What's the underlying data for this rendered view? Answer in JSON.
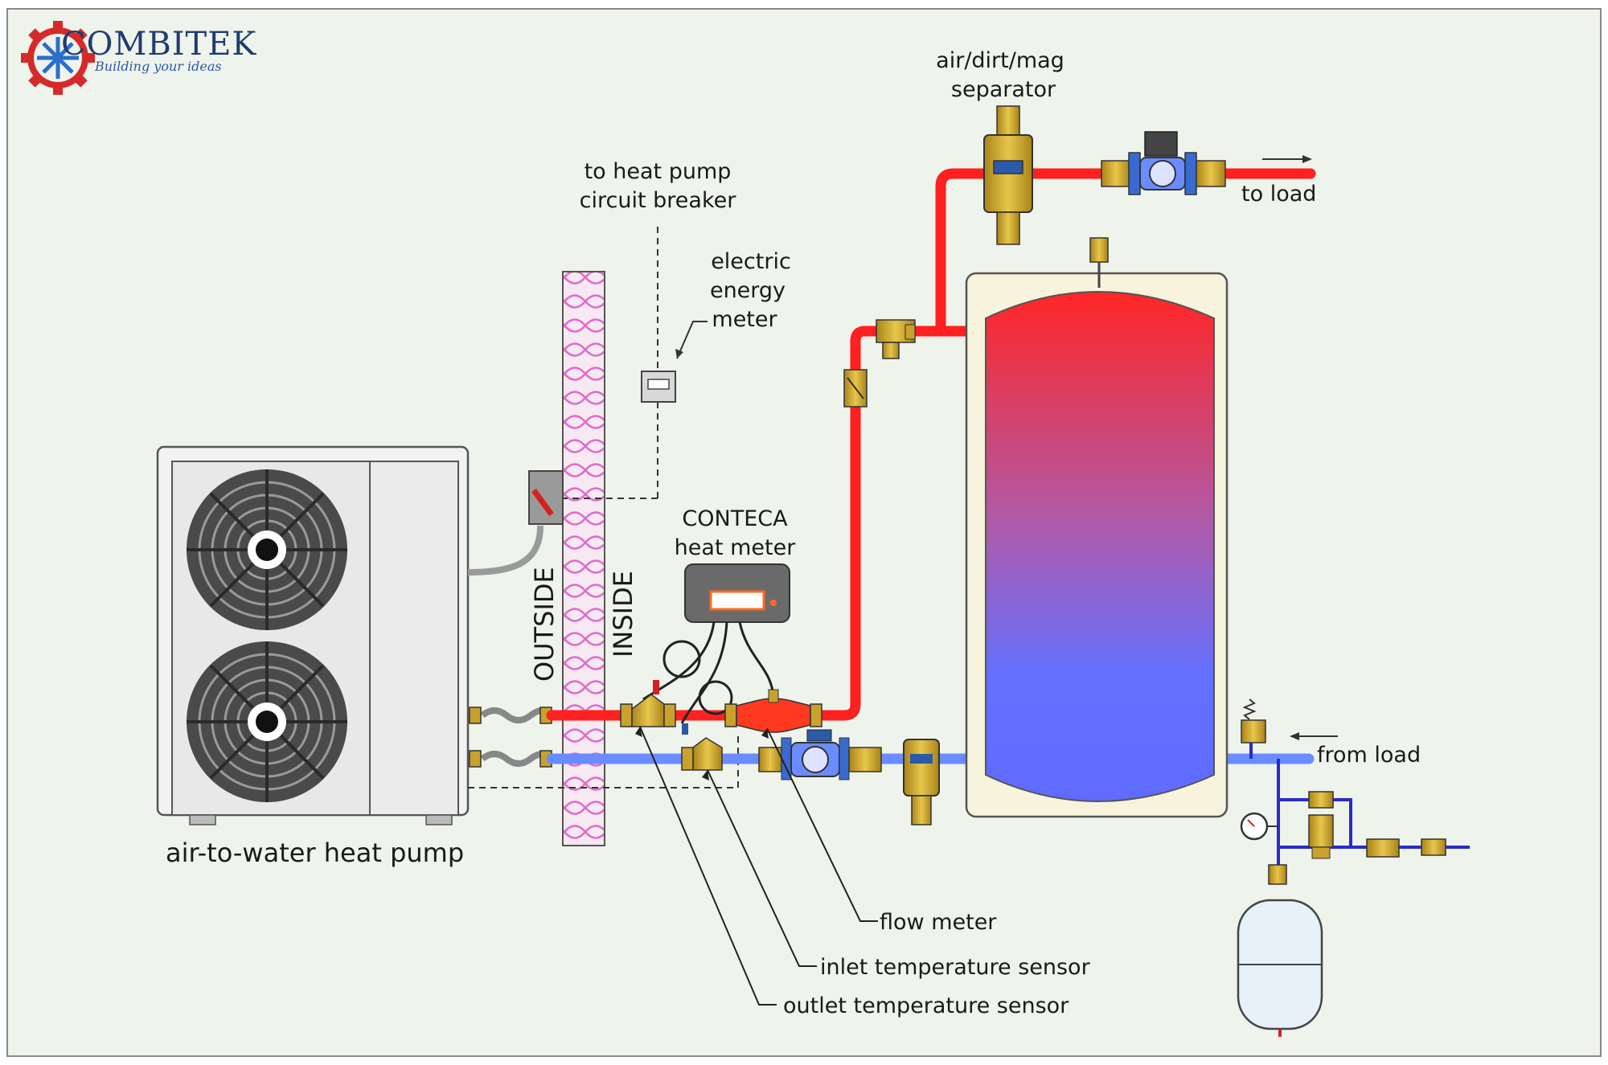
{
  "logo": {
    "brand": "COMBITEK",
    "tagline": "Building your ideas"
  },
  "labels": {
    "separator_line1": "air/dirt/mag",
    "separator_line2": "separator",
    "to_load": "to load",
    "from_load": "from load",
    "breaker_line1": "to heat pump",
    "breaker_line2": "circuit breaker",
    "energy_line1": "electric",
    "energy_line2": "energy",
    "energy_line3": "meter",
    "heatmeter_line1": "CONTECA",
    "heatmeter_line2": "heat meter",
    "outside": "OUTSIDE",
    "inside": "INSIDE",
    "heat_pump": "air-to-water heat pump",
    "flow_meter": "flow meter",
    "inlet_sensor": "inlet temperature sensor",
    "outlet_sensor": "outlet temperature sensor"
  },
  "colors": {
    "hot_pipe": "#ff2020",
    "cold_pipe": "#6b8cff",
    "brass": "#c8a22a",
    "tank_top": "#ff2a2a",
    "tank_bottom": "#5f6bff",
    "insulation": "#e27ad0"
  }
}
